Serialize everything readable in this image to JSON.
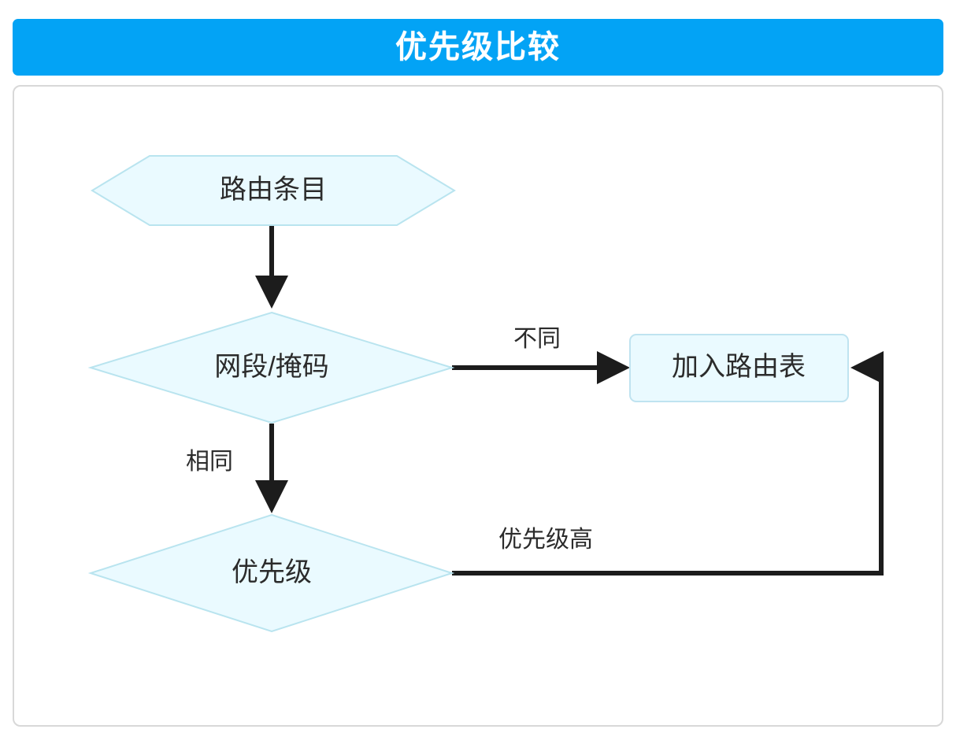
{
  "header": {
    "title": "优先级比较",
    "background_color": "#03a3f5",
    "text_color": "#ffffff"
  },
  "canvas": {
    "border_color": "#d8d8d8",
    "background_color": "#ffffff"
  },
  "diagram": {
    "type": "flowchart",
    "shape_fill_color": "#eafaff",
    "shape_stroke_color": "#b9e4ef",
    "edge_color": "#1c1c1c",
    "nodes": [
      {
        "id": "route-entry",
        "shape": "hexagon",
        "label": "路由条目"
      },
      {
        "id": "network-mask",
        "shape": "diamond",
        "label": "网段/掩码"
      },
      {
        "id": "add-routing-table",
        "shape": "rounded-rect",
        "label": "加入路由表"
      },
      {
        "id": "priority",
        "shape": "diamond",
        "label": "优先级"
      }
    ],
    "edges": [
      {
        "from": "route-entry",
        "to": "network-mask",
        "label": ""
      },
      {
        "from": "network-mask",
        "to": "add-routing-table",
        "label": "不同"
      },
      {
        "from": "network-mask",
        "to": "priority",
        "label": "相同"
      },
      {
        "from": "priority",
        "to": "add-routing-table",
        "label": "优先级高"
      }
    ]
  }
}
